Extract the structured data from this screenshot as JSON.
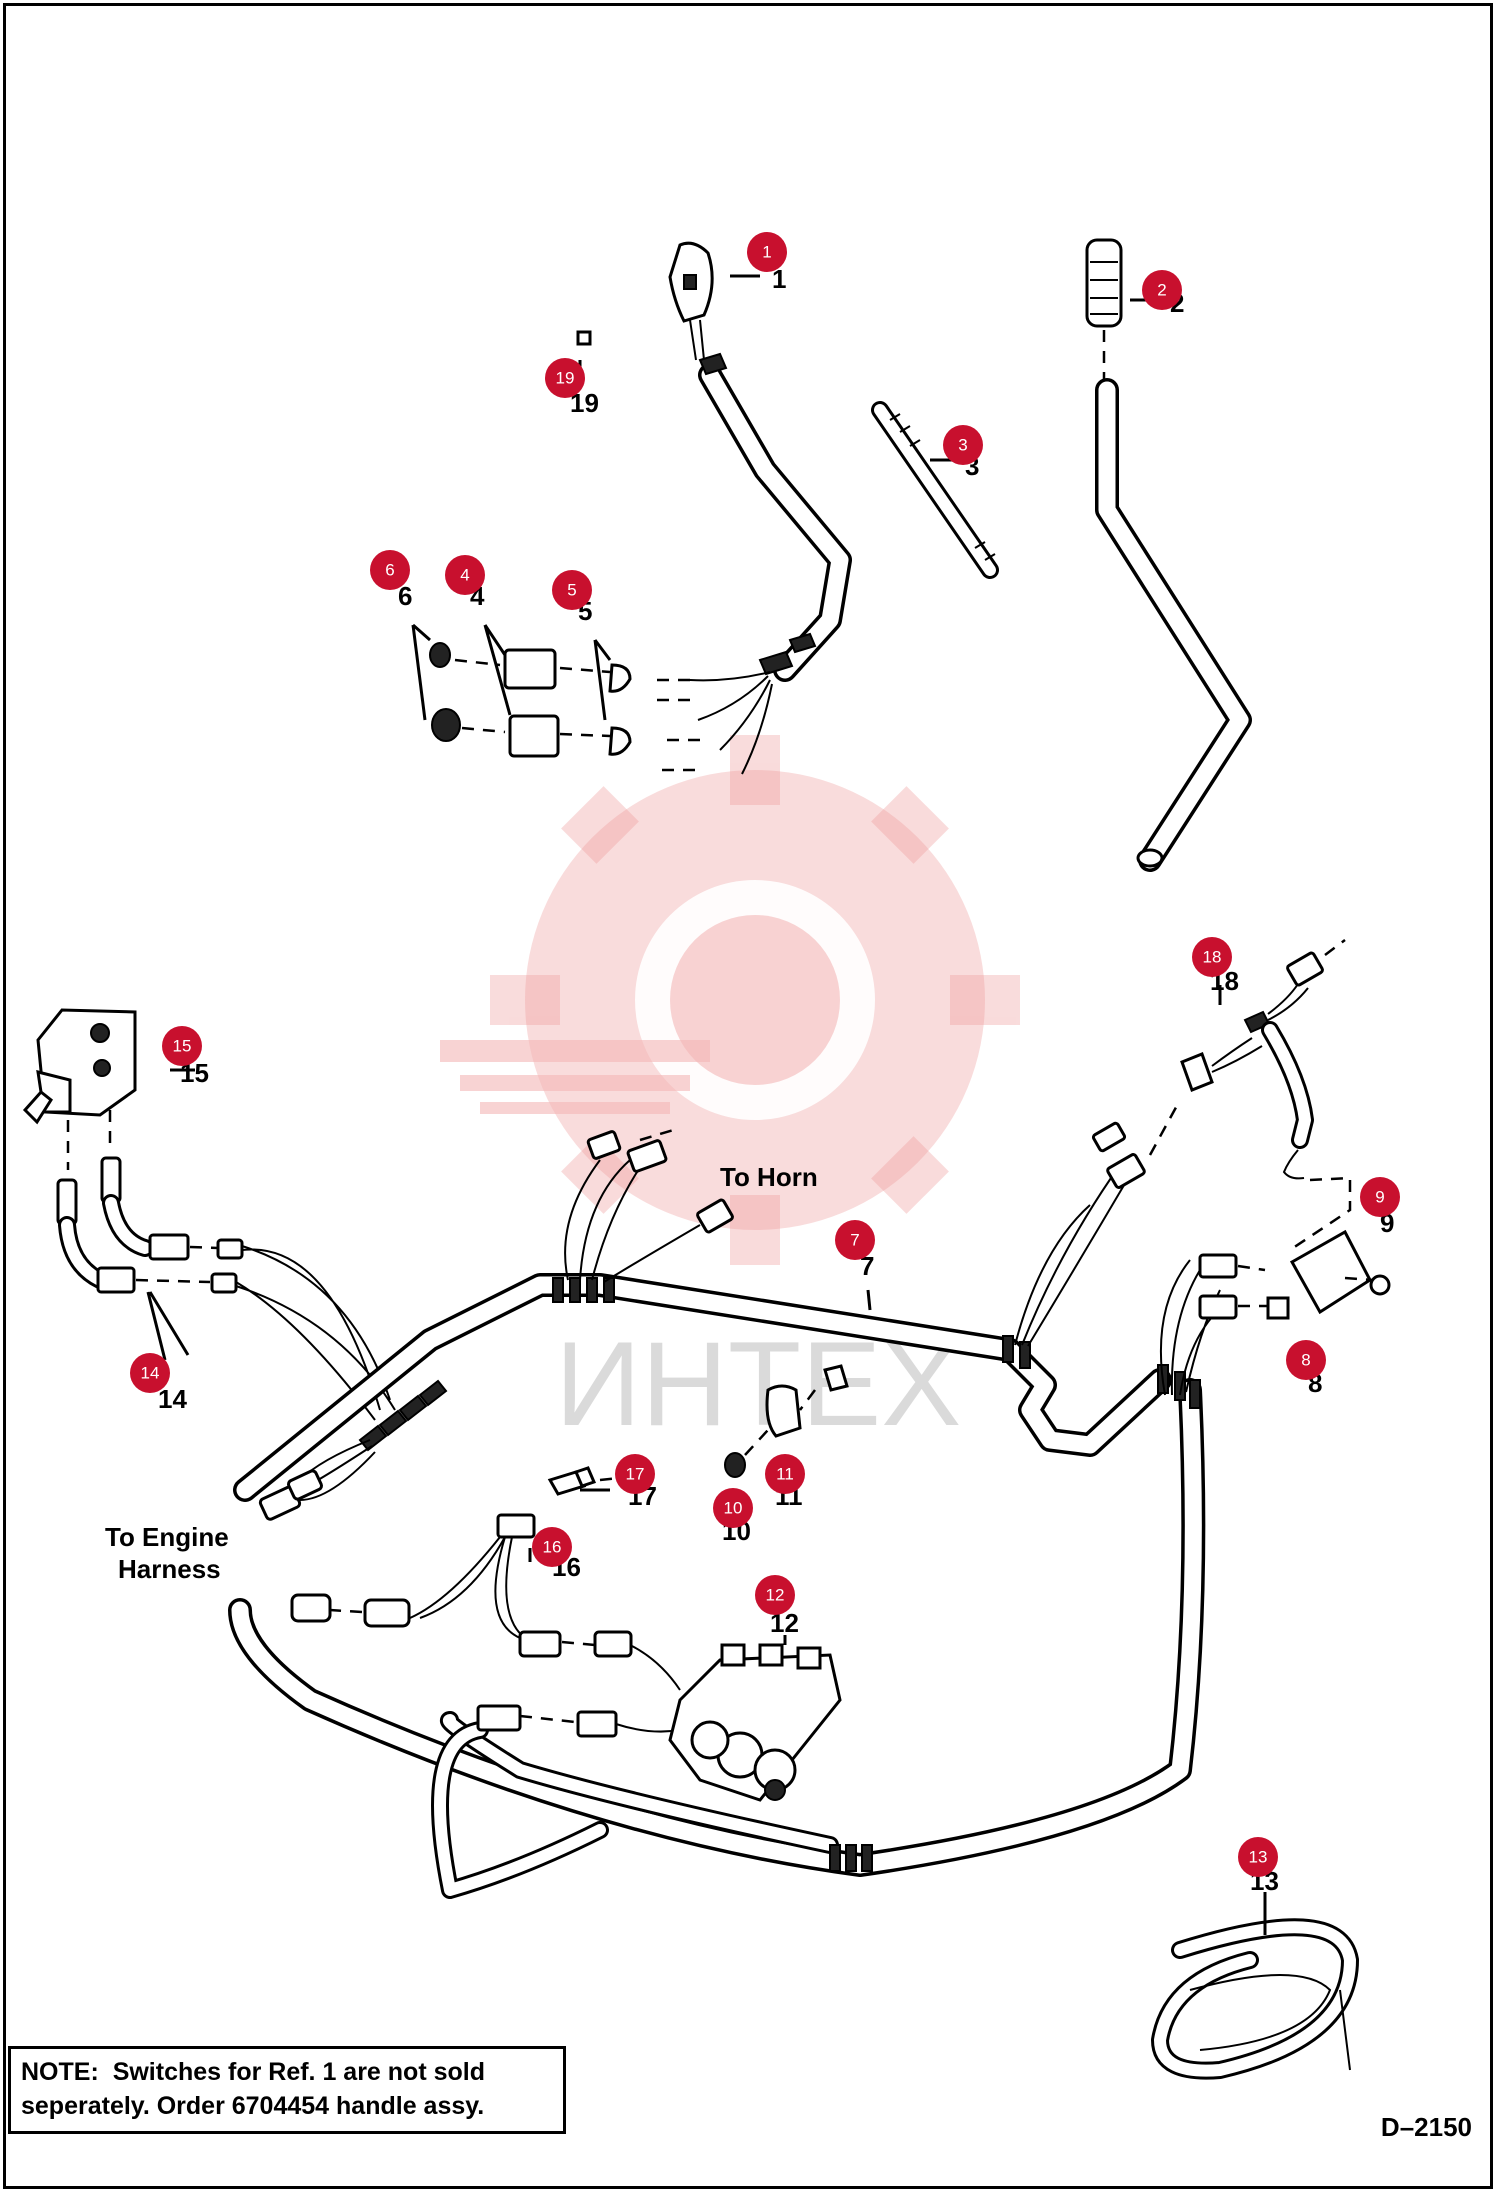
{
  "labels": {
    "to_horn": "To Horn",
    "to_engine_line1": "To Engine",
    "to_engine_line2": "Harness"
  },
  "watermark": {
    "text": "ИНТЕХ",
    "color": "#ef9a9a"
  },
  "part_numbers": [
    "1",
    "2",
    "3",
    "4",
    "5",
    "6",
    "7",
    "8",
    "9",
    "10",
    "11",
    "12",
    "13",
    "14",
    "15",
    "16",
    "17",
    "18",
    "19"
  ],
  "badges": [
    "1",
    "2",
    "3",
    "4",
    "5",
    "6",
    "7",
    "8",
    "9",
    "10",
    "11",
    "12",
    "13",
    "14",
    "15",
    "16",
    "17",
    "18",
    "19"
  ],
  "badge_color": "#c8102e",
  "note": {
    "label": "NOTE:",
    "line1": "Switches for Ref. 1 are not sold",
    "line2": "seperately.  Order 6704454 handle assy."
  },
  "drawing_code": "D–2150"
}
